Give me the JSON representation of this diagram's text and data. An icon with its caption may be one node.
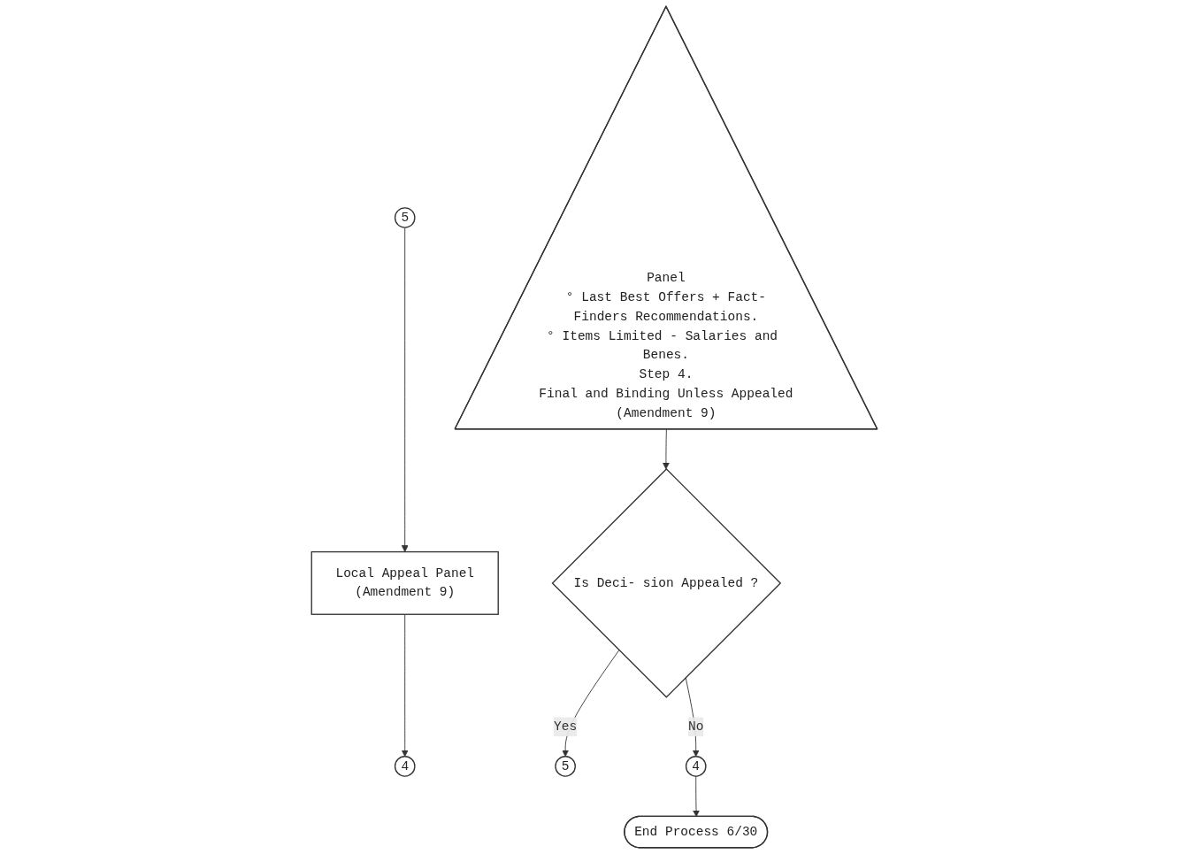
{
  "diagram": {
    "nodes": [
      {
        "text": [
          "5"
        ]
      },
      {
        "text": [
          "Local Appeal Panel",
          "(Amendment 9)"
        ]
      },
      {
        "text": [
          "4"
        ]
      },
      {
        "text": [
          "Panel",
          "° Last Best Offers + Fact-Finders Recommendations.",
          "° Items Limited - Salaries and Benes.",
          "Step 4.",
          "Final and Binding Unless Appealed",
          "(Amendment 9)"
        ]
      },
      {
        "text": [
          "Is Deci- sion Appealed ?"
        ]
      },
      {
        "text": [
          "5"
        ]
      },
      {
        "text": [
          "4"
        ]
      },
      {
        "text": [
          "End Process 6/30"
        ]
      }
    ],
    "edges": [
      {
        "from": 0,
        "to": 1,
        "arrow": "to"
      },
      {
        "from": 1,
        "to": 2,
        "arrow": "to"
      },
      {
        "from": 3,
        "to": 4,
        "arrow": "to"
      },
      {
        "from": 4,
        "to": 5,
        "label": "Yes",
        "arrow": "to"
      },
      {
        "from": 4,
        "to": 6,
        "label": "No",
        "arrow": "to"
      },
      {
        "from": 6,
        "to": 7,
        "arrow": "to"
      }
    ]
  }
}
